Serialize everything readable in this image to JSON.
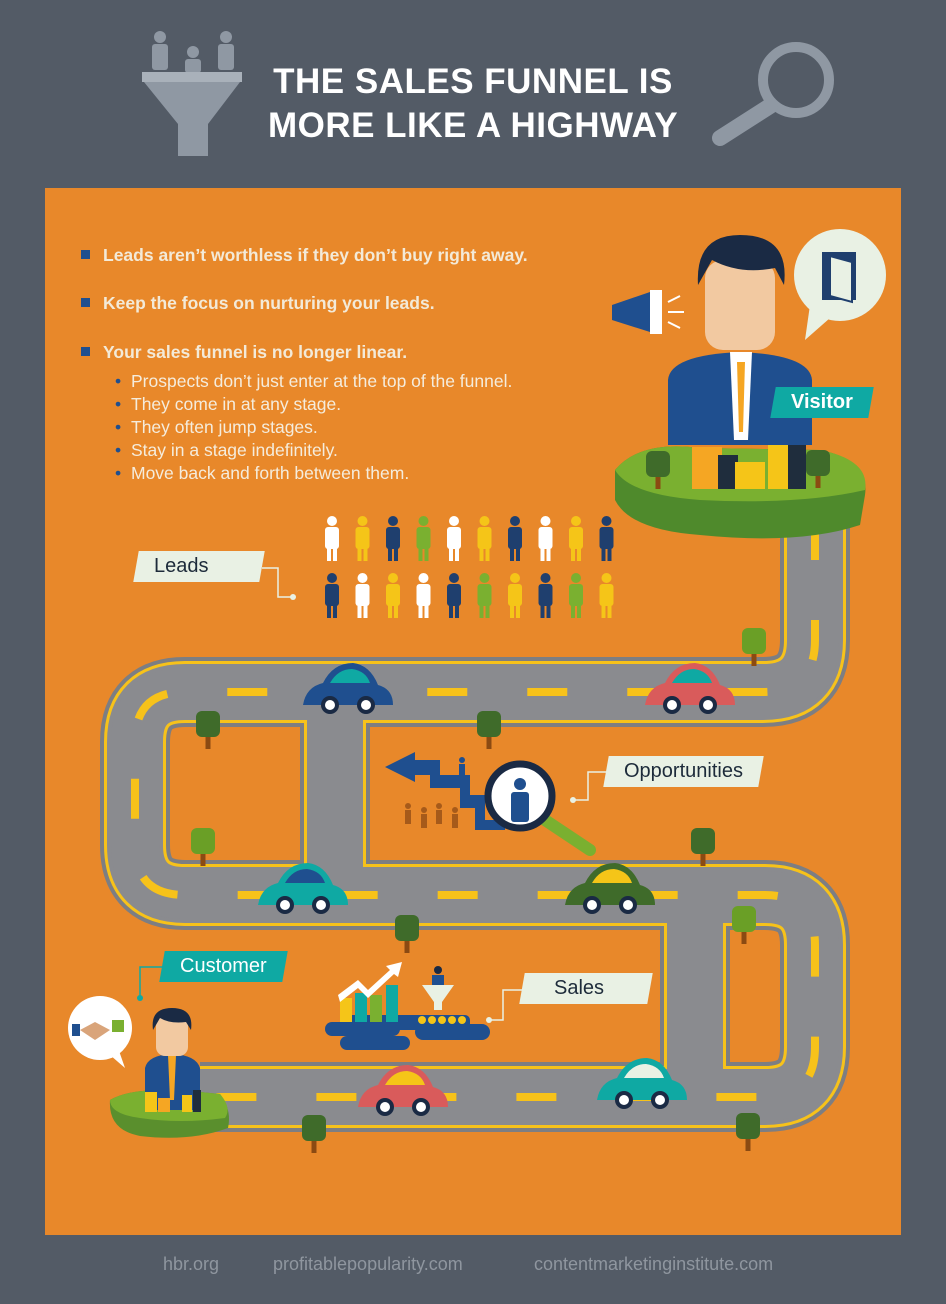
{
  "header": {
    "title_line1": "THE SALES FUNNEL IS",
    "title_line2": "MORE LIKE A HIGHWAY"
  },
  "bullets": [
    "Leads aren’t worthless if they don’t buy right away.",
    "Keep the focus on nurturing your leads.",
    "Your sales funnel is no longer linear."
  ],
  "sub_bullets": [
    "Prospects don’t just enter at the top of the funnel.",
    "They come in at any stage.",
    "They often jump stages.",
    "Stay in a stage indefinitely.",
    "Move back and forth between them."
  ],
  "stages": {
    "visitor": "Visitor",
    "leads": "Leads",
    "opportunities": "Opportunities",
    "sales": "Sales",
    "customer": "Customer"
  },
  "lead_colors": [
    "#ffffff",
    "#f5c518",
    "#1f3f6e",
    "#7ab030"
  ],
  "colors": {
    "background": "#535b66",
    "panel": "#e8882a",
    "road": "#8a8b8f",
    "lane": "#f7c21a",
    "teal": "#0fa9a3"
  },
  "footer": {
    "sources": [
      "hbr.org",
      "profitablepopularity.com",
      "contentmarketinginstitute.com"
    ]
  }
}
